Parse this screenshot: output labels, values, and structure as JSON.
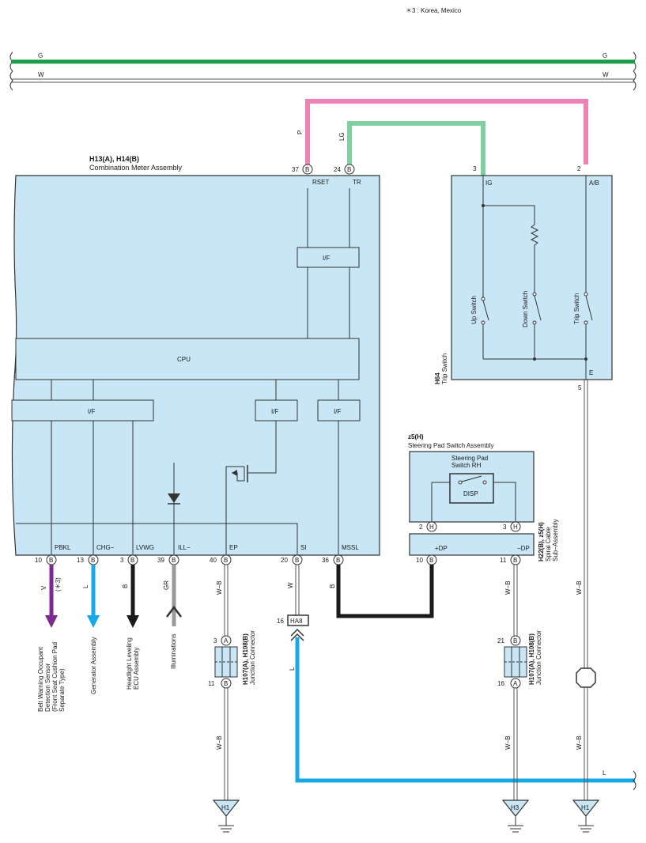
{
  "note": "＊3 : Korea,  Mexico",
  "buses": {
    "top": "G",
    "bottom": "W"
  },
  "combination_meter": {
    "codes": "H13(A), H14(B)",
    "name": "Combination Meter Assembly",
    "cpu": "CPU",
    "interface": "I/F",
    "top_pins": [
      {
        "num": "37",
        "conn": "B",
        "label": "RSET",
        "wire": "P"
      },
      {
        "num": "24",
        "conn": "B",
        "label": "TR",
        "wire": "LG"
      }
    ],
    "bottom_pins": [
      {
        "num": "10",
        "conn": "B",
        "label": "PBKL",
        "wire": "V"
      },
      {
        "num": "13",
        "conn": "B",
        "label": "CHG−",
        "wire": "L"
      },
      {
        "num": "3",
        "conn": "B",
        "label": "LVWG",
        "wire": "B"
      },
      {
        "num": "39",
        "conn": "B",
        "label": "ILL−",
        "wire": "GR"
      },
      {
        "num": "40",
        "conn": "B",
        "label": "EP",
        "wire": "W−B"
      },
      {
        "num": "20",
        "conn": "B",
        "label": "SI",
        "wire": "W"
      },
      {
        "num": "36",
        "conn": "B",
        "label": "MSSL",
        "wire": "B"
      }
    ],
    "pbkl_note": "(＊3)"
  },
  "destinations": [
    "Belt Warning Occupant Detection Sensor (Front Seat Cushion Pad Separate Type)",
    "Generator Assembly",
    "Headlight Leveling ECU Assembly",
    "Illuminations"
  ],
  "trip_switch": {
    "code": "H64",
    "name": "Trip Switch",
    "pins": [
      {
        "num": "3",
        "label": "IG"
      },
      {
        "num": "2",
        "label": "A/B"
      },
      {
        "num": "5",
        "label": "E"
      }
    ],
    "switches": [
      "Up Switch",
      "Down Switch",
      "Trip Switch"
    ]
  },
  "steering_pad": {
    "code": "z5(H)",
    "name": "Steering Pad Switch Assembly",
    "inner_name": "Steering Pad Switch RH",
    "switch_label": "DISP",
    "pins": [
      {
        "num": "2",
        "conn": "H"
      },
      {
        "num": "3",
        "conn": "H"
      }
    ]
  },
  "spiral_cable": {
    "codes": "H22(B), z5(H)",
    "name": "Spiral Cable Sub−Assembly",
    "labels": [
      "+DP",
      "−DP"
    ],
    "bottom_pins": [
      {
        "num": "10",
        "conn": "B"
      },
      {
        "num": "11",
        "conn": "B"
      }
    ]
  },
  "junction_left": {
    "codes": "H107(A), H108(B)",
    "name": "Junction Connector",
    "top_pin": {
      "num": "3",
      "conn": "A"
    },
    "bottom_pin": {
      "num": "11",
      "conn": "B"
    },
    "wire_above": "W−B",
    "wire_below": "W−B"
  },
  "junction_right": {
    "codes": "H107(A), H108(B)",
    "name": "Junction Connector",
    "top_pin": {
      "num": "21",
      "conn": "B"
    },
    "bottom_pin": {
      "num": "16",
      "conn": "A"
    },
    "wire_above": "W−B",
    "wire_below": "W−B"
  },
  "ha8": {
    "label": "HA8",
    "num": "16",
    "wire": "L"
  },
  "e_wire": {
    "above": "W−B",
    "below": "W−B"
  },
  "mssl_wire": "B",
  "l_bus": "L",
  "grounds": [
    "H1",
    "H3",
    "H1"
  ],
  "colors": {
    "green": "#17a24a",
    "pink": "#ee82b4",
    "light_green": "#7fcf9f",
    "blue": "#17a8e6",
    "purple": "#7b2a92",
    "gray": "#999999",
    "black": "#1a1a1a",
    "block_fill": "#c8e6f5"
  }
}
